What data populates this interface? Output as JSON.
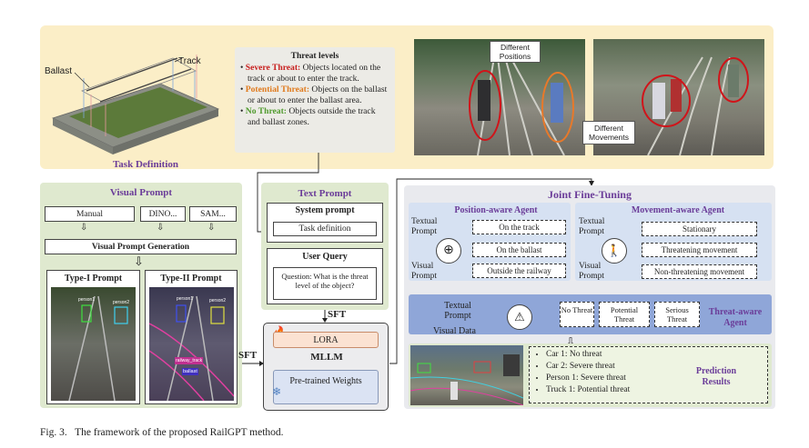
{
  "task": {
    "title": "Task Definition",
    "ballast_label": "Ballast",
    "track_label": "Track",
    "threat_title": "Threat levels",
    "severe_label": "Severe Threat:",
    "severe_text": " Objects located on the track or about to enter the track.",
    "potential_label": "Potential Threat:",
    "potential_text": " Objects on the ballast or about to enter the ballast area.",
    "no_label": "No Threat:",
    "no_text": " Objects outside the track and ballast zones.",
    "different_positions": "Different Positions",
    "different_movements": "Different Movements"
  },
  "visual": {
    "title": "Visual Prompt",
    "manual": "Manual",
    "dino": "DINO...",
    "sam": "SAM...",
    "generation": "Visual Prompt Generation",
    "type1": "Type-I Prompt",
    "type2": "Type-II Prompt",
    "person1": "person1",
    "person2": "person2",
    "railway_track": "railway_track",
    "ballast": "ballast"
  },
  "text_prompt": {
    "title": "Text Prompt",
    "system": "System prompt",
    "task_def": "Task definition",
    "user_query": "User Query",
    "question": "Question: What is the threat level of the object?"
  },
  "mllm": {
    "sft1": "SFT",
    "sft2": "SFT",
    "lora": "LORA",
    "title": "MLLM",
    "weights": "Pre-trained Weights"
  },
  "joint": {
    "title": "Joint Fine-Tuning",
    "position_agent": "Position-aware Agent",
    "movement_agent": "Movement-aware Agent",
    "textual_prompt": "Textual Prompt",
    "visual_prompt": "Visual Prompt",
    "on_track": "On the track",
    "on_ballast": "On the ballast",
    "outside": "Outside the railway",
    "stationary": "Stationary",
    "threatening": "Threatening movement",
    "non_threatening": "Non-threatening movement",
    "textual_prompt3": "Textual Prompt",
    "visual_data": "Visual Data",
    "no_threat": "No Threat",
    "potential_threat": "Potential Threat",
    "serious_threat": "Serious Threat",
    "threat_agent": "Threat-aware Agent",
    "results": [
      "Car 1: No threat",
      "Car 2: Severe threat",
      "Person 1: Severe threat",
      "Truck 1: Potential threat"
    ],
    "prediction": "Prediction Results"
  },
  "caption": "Fig. 3.   The framework of the proposed RailGPT method."
}
